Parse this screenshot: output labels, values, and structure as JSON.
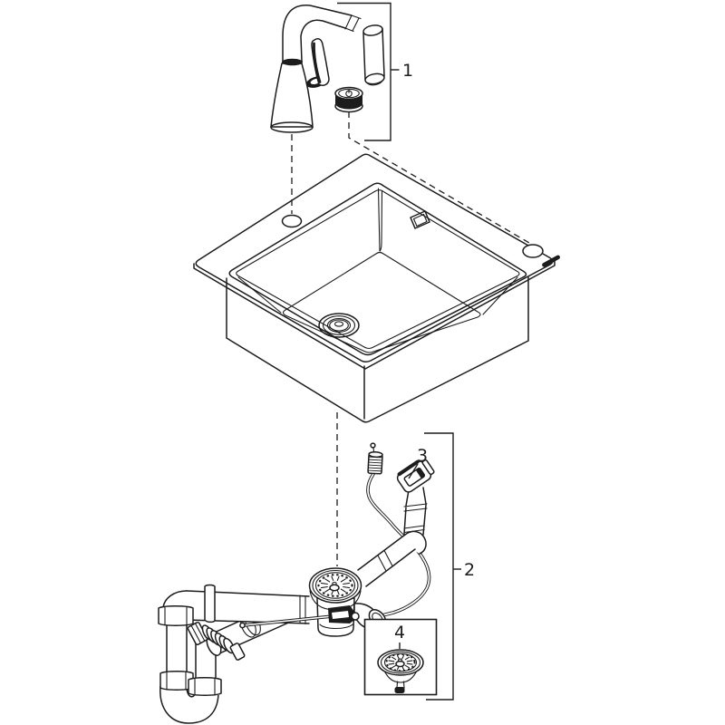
{
  "figure": {
    "background": "#ffffff",
    "line_color": "#1c1c1c",
    "kind": "exploded-parts-diagram"
  },
  "callouts": {
    "faucet": "1",
    "drain_set": "2",
    "cable_eyelet": "3",
    "strainer_basket": "4"
  },
  "icons": {
    "select_button": "power-icon",
    "rim_badge": "brand-logo-badge"
  }
}
